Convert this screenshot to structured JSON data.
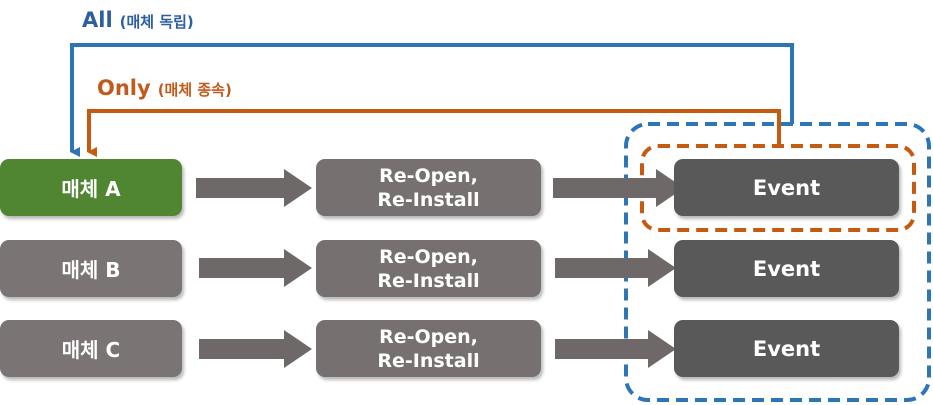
{
  "labels": {
    "all": {
      "main": "All",
      "sub": "(매체 독립)"
    },
    "only": {
      "main": "Only",
      "sub": "(매체 종속)"
    }
  },
  "rows": [
    {
      "media": "매체 A",
      "reopen_line1": "Re-Open,",
      "reopen_line2": "Re-Install",
      "event": "Event",
      "active": true
    },
    {
      "media": "매체 B",
      "reopen_line1": "Re-Open,",
      "reopen_line2": "Re-Install",
      "event": "Event",
      "active": false
    },
    {
      "media": "매체 C",
      "reopen_line1": "Re-Open,",
      "reopen_line2": "Re-Install",
      "event": "Event",
      "active": false
    }
  ],
  "colors": {
    "all_line": "#2e75b6",
    "only_line": "#c55a11",
    "media_active": "#508532",
    "media_inactive": "#7a7474",
    "reopen": "#767070",
    "event": "#595959",
    "arrow": "#6f6868"
  }
}
